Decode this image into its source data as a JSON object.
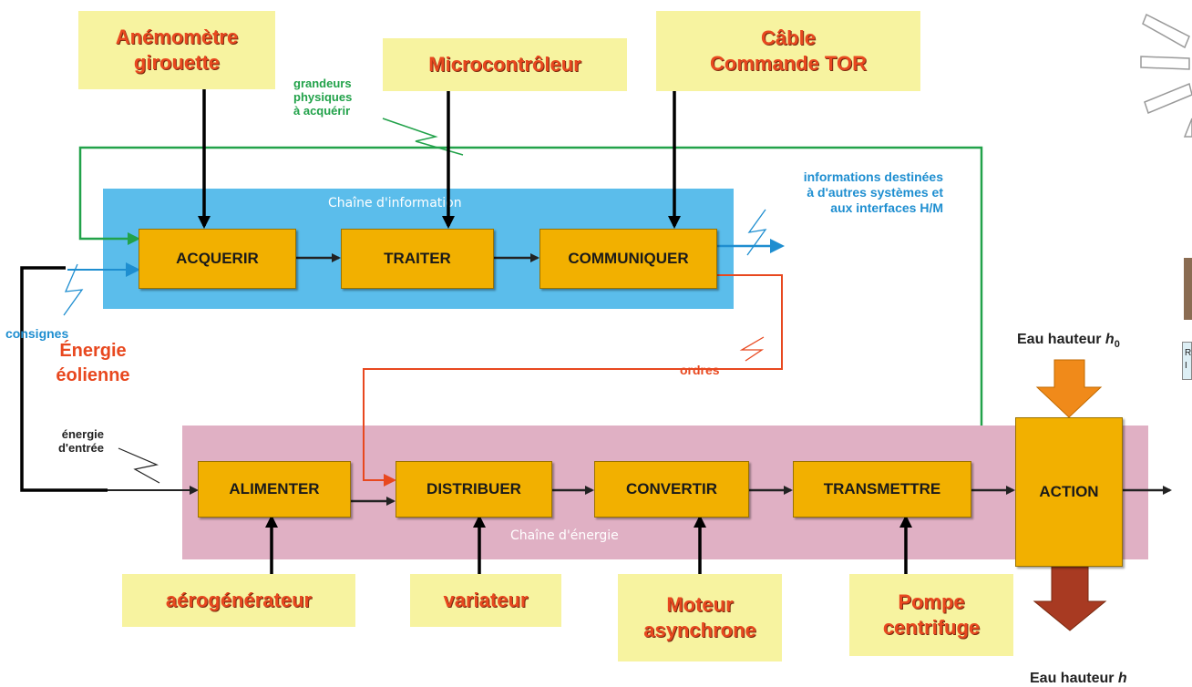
{
  "colors": {
    "info_panel": "#5BBDEB",
    "energy_panel": "#E0B0C4",
    "block": "#F2B000",
    "component_bg": "#F7F3A0",
    "component_text": "#E8481F",
    "green_link": "#22A24A",
    "blue_link": "#1E8ED0",
    "orange_link": "#E8481F",
    "water_in": "#F08A1A",
    "water_out": "#A83A22"
  },
  "info_chain": {
    "title": "Chaîne d'information",
    "blocks": [
      "ACQUERIR",
      "TRAITER",
      "COMMUNIQUER"
    ]
  },
  "energy_chain": {
    "title": "Chaîne d'énergie",
    "blocks": [
      "ALIMENTER",
      "DISTRIBUER",
      "CONVERTIR",
      "TRANSMETTRE"
    ]
  },
  "action_block": "ACTION",
  "top_components": [
    "Anémomètre\ngirouette",
    "Microcontrôleur",
    "Câble\nCommande TOR"
  ],
  "bottom_components": [
    "aérogénérateur",
    "variateur",
    "Moteur\nasynchrone",
    "Pompe\ncentrifuge"
  ],
  "labels": {
    "grandeurs": "grandeurs\nphysiques\nà acquérir",
    "informations": "informations destinées\nà d'autres systèmes et\naux interfaces H/M",
    "consignes": "consignes",
    "energie_eolienne": "Énergie\néolienne",
    "energie_entree": "énergie\nd'entrée",
    "ordres": "ordres",
    "eau_h0": "Eau hauteur",
    "eau_h0_var": "h",
    "eau_h0_sub": "0",
    "eau_h1": "Eau hauteur",
    "eau_h1_var": "h",
    "side_text": "R\nI"
  },
  "icons": [
    "sun-rays-icon",
    "photo-thumbnail"
  ]
}
